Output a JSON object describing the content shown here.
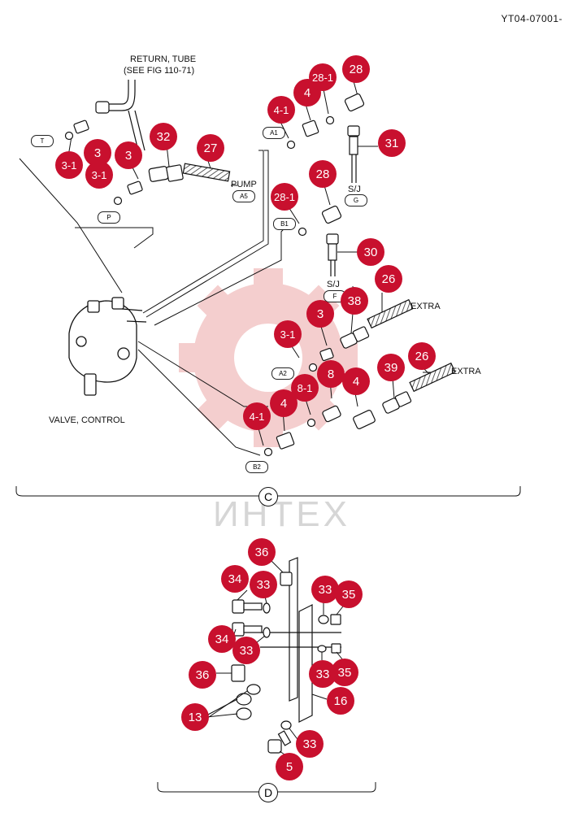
{
  "document_id": "YT04-07001-",
  "watermark": "ИНТЕХ",
  "labels": {
    "return_tube": "RETURN, TUBE",
    "see_fig": "(SEE FIG 110-71)",
    "pump": "PUMP",
    "sj_top": "S/J",
    "sj_bottom": "S/J",
    "extra_1": "EXTRA",
    "extra_2": "EXTRA",
    "valve_control": "VALVE, CONTROL"
  },
  "ports": {
    "t": "T",
    "p": "P",
    "a1": "A1",
    "a5": "A5",
    "b1": "B1",
    "g": "G",
    "f": "F",
    "a2": "A2",
    "b2": "B2"
  },
  "sections": {
    "c": "C",
    "d": "D"
  },
  "callouts": {
    "c1": "3-1",
    "c2": "3",
    "c3": "3-1",
    "c4": "3",
    "c5": "32",
    "c6": "27",
    "c7": "4-1",
    "c8": "4",
    "c9": "28-1",
    "c10": "28",
    "c11": "31",
    "c12": "28",
    "c13": "28-1",
    "c14": "30",
    "c15": "26",
    "c16": "38",
    "c17": "3",
    "c18": "3-1",
    "c19": "8-1",
    "c20": "8",
    "c21": "4",
    "c22": "39",
    "c23": "26",
    "c24": "4",
    "c25": "4-1",
    "d1": "36",
    "d2": "34",
    "d3": "33",
    "d4": "33",
    "d5": "35",
    "d6": "34",
    "d7": "33",
    "d8": "33",
    "d9": "35",
    "d10": "36",
    "d11": "13",
    "d12": "16",
    "d13": "33",
    "d14": "5"
  },
  "colors": {
    "callout": "#c8102e",
    "line": "#111111",
    "watermark_gear": "#f2c2c2"
  }
}
